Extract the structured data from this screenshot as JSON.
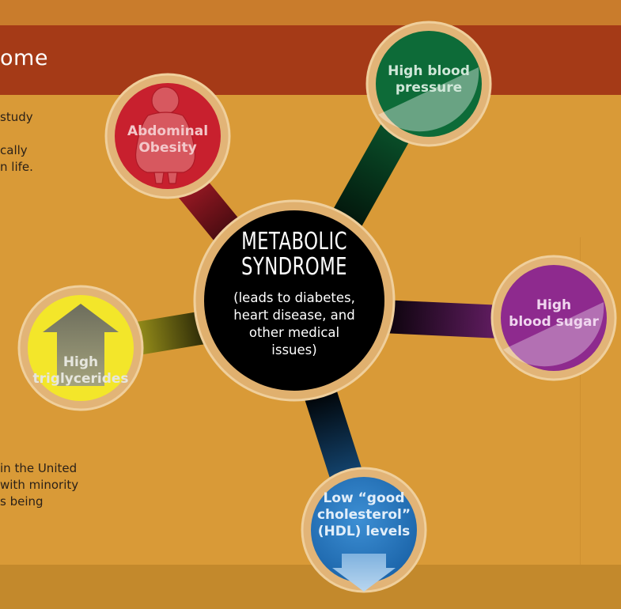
{
  "header": {
    "title": "ome"
  },
  "body_text": {
    "top_lines": [
      "study",
      "",
      "cally",
      "n life."
    ],
    "bottom_lines": [
      "in the United",
      "with minority",
      "s being"
    ]
  },
  "center": {
    "title": "METABOLIC\nSYNDROME",
    "subtitle": "(leads to diabetes,\nheart disease, and\nother medical\nissues)"
  },
  "nodes": {
    "abdominal_obesity": {
      "label": "Abdominal\nObesity",
      "color": "#c8202e",
      "icon": "body-silhouette-icon"
    },
    "high_blood_pressure": {
      "label": "High blood\npressure",
      "color": "#0d6b38",
      "icon": "gauge-wedge-icon"
    },
    "high_blood_sugar": {
      "label": "High\nblood sugar",
      "color": "#8e2a8e",
      "icon": "gauge-wedge-icon"
    },
    "low_hdl": {
      "label": "Low “good\ncholesterol”\n(HDL) levels",
      "color": "#1f6fb5",
      "icon": "down-arrow-icon"
    },
    "high_triglycerides": {
      "label": "High\ntriglycerides",
      "color": "#f3e62a",
      "icon": "up-arrow-icon"
    }
  }
}
